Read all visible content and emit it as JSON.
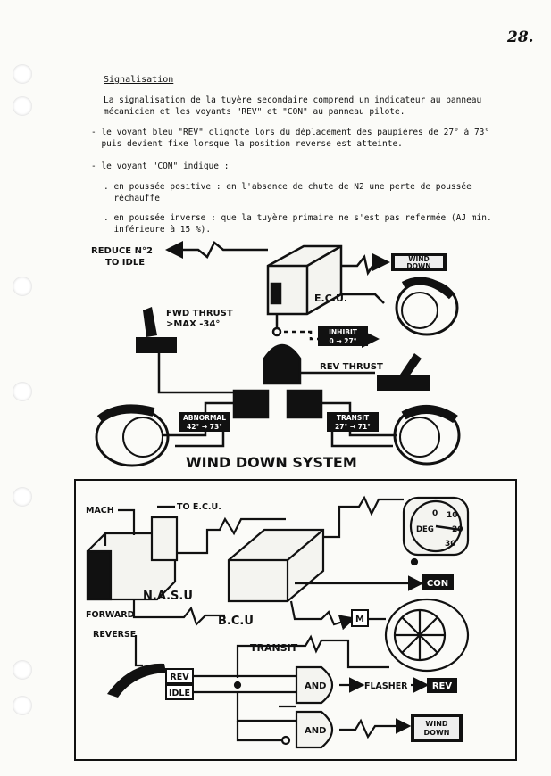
{
  "page": {
    "number": "28."
  },
  "section_title": "Signalisation",
  "paragraphs": [
    "La signalisation de la tuyère secondaire comprend un indicateur au panneau\nmécanicien et les voyants \"REV\" et \"CON\" au panneau pilote.",
    "- le voyant bleu \"REV\" clignote lors du déplacement des paupières de 27° à 73°\n  puis devient fixe lorsque la position reverse est atteinte.",
    "- le voyant \"CON\" indique :",
    ". en poussée positive : en l'absence de chute de N2 une perte de poussée\n  réchauffe",
    ". en poussée inverse : que la tuyère primaire ne s'est pas refermée (AJ min.\n  inférieure à 15 %)."
  ],
  "diagram1": {
    "reduce_label_1": "REDUCE N°2",
    "reduce_label_2": "TO IDLE",
    "wind_down_1": "WIND",
    "wind_down_2": "DOWN",
    "ecu": "E.C.U.",
    "fwd_thrust_1": "FWD THRUST",
    "fwd_thrust_2": ">MAX -34°",
    "inhibit": "INHIBIT",
    "inhibit_range": "0 → 27°",
    "rev_thrust": "REV THRUST",
    "abnormal": "ABNORMAL",
    "abnormal_range": "42° → 73°",
    "transit": "TRANSIT",
    "transit_range": "27° → 71°",
    "system_title": "WIND DOWN SYSTEM"
  },
  "diagram2": {
    "mach": "MACH",
    "to_ecu": "TO E.C.U.",
    "nasu": "N.A.S.U",
    "forward": "FORWARD",
    "reverse": "REVERSE",
    "bcu": "B.C.U",
    "gauge_deg": "DEG",
    "gauge_0": "0",
    "gauge_10": "10",
    "gauge_20": "20",
    "gauge_30": "30",
    "con": "CON",
    "m": "M",
    "transit": "TRANSIT",
    "rev": "REV",
    "idle": "IDLE",
    "and1": "AND",
    "and2": "AND",
    "flasher": "FLASHER",
    "rev_lamp": "REV",
    "wind_1": "WIND",
    "wind_2": "DOWN"
  }
}
